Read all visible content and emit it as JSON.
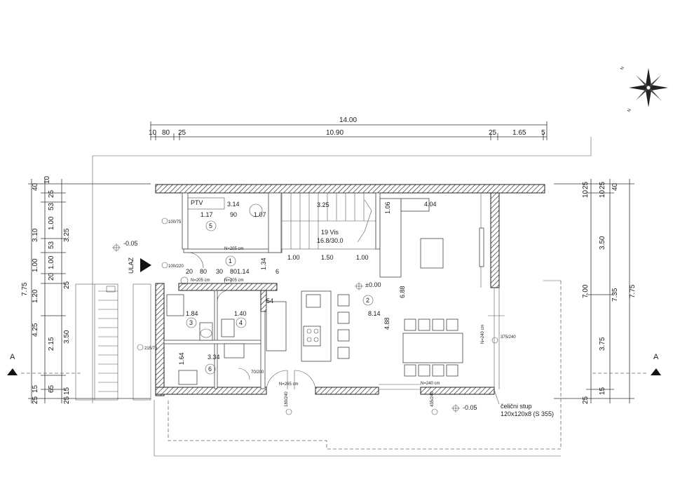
{
  "overall_width": "14.00",
  "top_dims": [
    "10",
    "80",
    "25",
    "10.90",
    "25",
    "1.65",
    "5"
  ],
  "left_outer_dims": [
    "40",
    "3.10",
    "1.00",
    "1.20",
    "4.25",
    "2.15",
    "15",
    "65",
    "25"
  ],
  "left_outer_total": "7.75",
  "left_inner_dims": [
    "25",
    "10",
    "53",
    "1.00",
    "3.25",
    "53",
    "1.00",
    "20",
    "25",
    "3.50",
    "15",
    "25"
  ],
  "right_dims": [
    "25",
    "10",
    "25",
    "10",
    "40",
    "3.50",
    "3.75",
    "15",
    "25"
  ],
  "right_totals": [
    "7.00",
    "7.35",
    "7.75"
  ],
  "section_mark": "A",
  "entrance_label": "ULAZ",
  "levels": {
    "entrance": "-0.05",
    "floor": "±0.00",
    "terrace": "-0.05"
  },
  "room_numbers": [
    "1",
    "2",
    "3",
    "4",
    "5",
    "6"
  ],
  "ptv_label": "PTV",
  "stair": {
    "label": "19 Vis",
    "ratio": "16.8/30.0",
    "width": "3.25"
  },
  "interior_dims": {
    "ptv_width": "3.14",
    "d_117": "1.17",
    "d_90": "90",
    "d_107": "1.07",
    "d_106": "1.06",
    "d_404": "4.04",
    "stair_segments": [
      "1.00",
      "1.50",
      "1.00"
    ],
    "d_134": "1.34",
    "d_114": "1.14",
    "d_688": "6.88",
    "d_814": "8.14",
    "d_488": "4.88",
    "d_184": "1.84",
    "d_140": "1.40",
    "d_54": "54",
    "d_164": "1.64",
    "d_334": "3.34",
    "d_80a": "80",
    "d_30": "30",
    "d_80b": "80",
    "d_20": "20",
    "d_6": "6"
  },
  "door_notes": [
    "N=205 cm",
    "N=205 cm",
    "N=205 cm",
    "N=265 cm",
    "N=240 cm",
    "N=240 cm"
  ],
  "opening_tags": [
    "100/75",
    "100/220",
    "215/75",
    "180/240",
    "435/240",
    "375/240",
    "70/200"
  ],
  "column_note": {
    "line1": "čelični stup",
    "line2": "120x120x8 (S 355)"
  },
  "compass_letter": "N"
}
